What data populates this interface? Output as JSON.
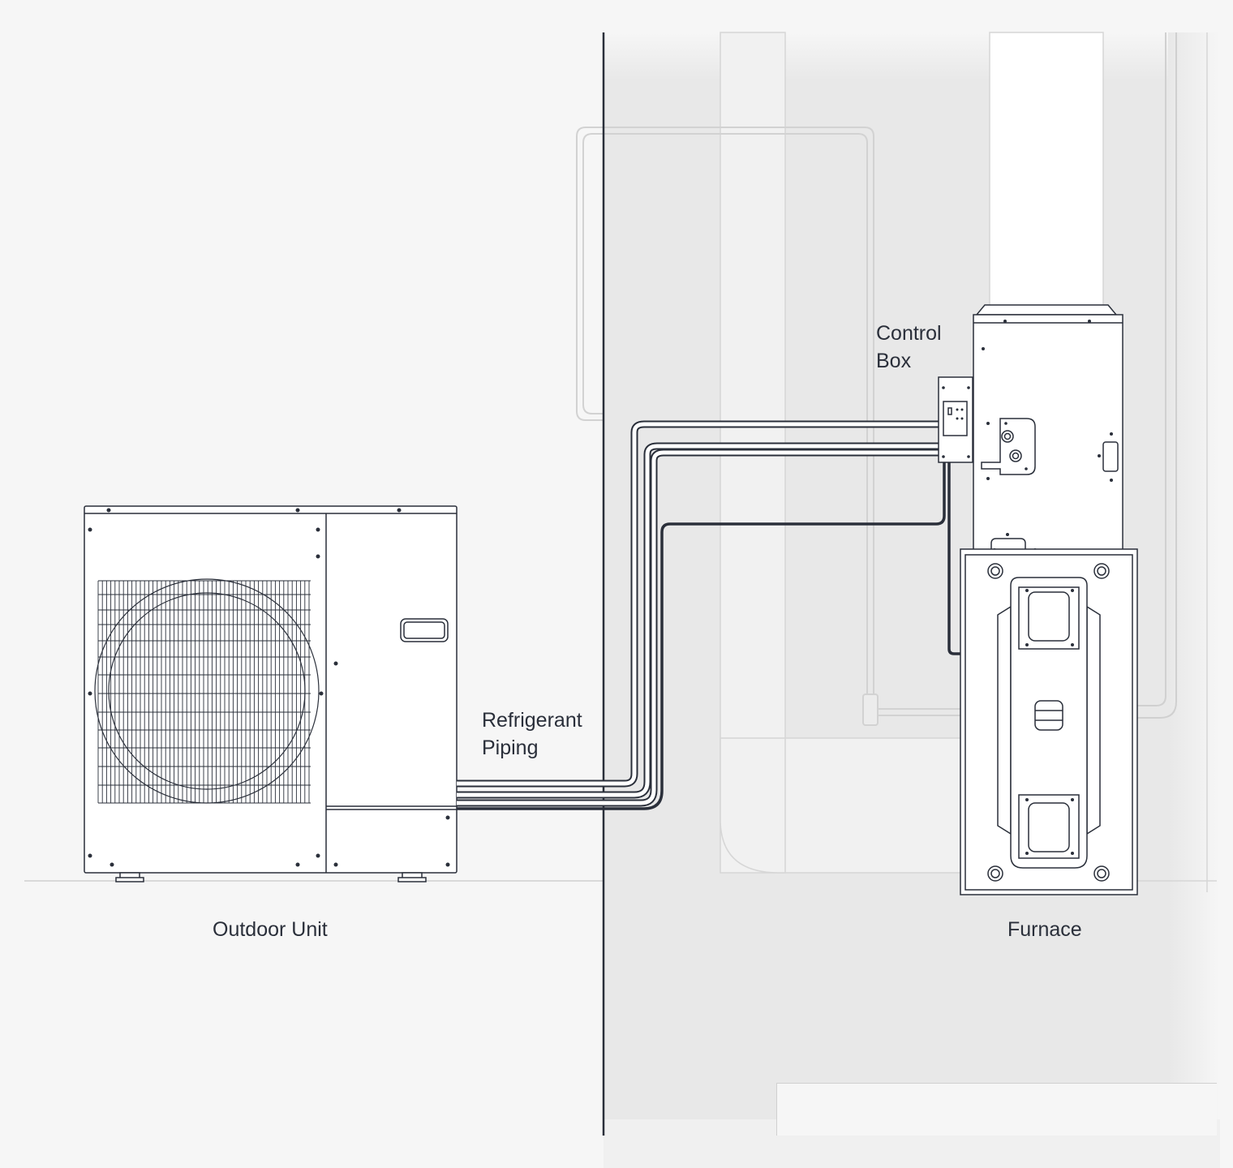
{
  "labels": {
    "control_box": [
      "Control",
      "Box"
    ],
    "refrigerant_piping": [
      "Refrigerant",
      "Piping"
    ],
    "outdoor_unit": "Outdoor Unit",
    "furnace": "Furnace"
  },
  "colors": {
    "background_outdoor": "#f6f6f6",
    "background_indoor": "#e8e8e8",
    "line_dark": "#2a2f3a",
    "line_light": "#c9c9c9",
    "unit_fill": "#ffffff"
  }
}
